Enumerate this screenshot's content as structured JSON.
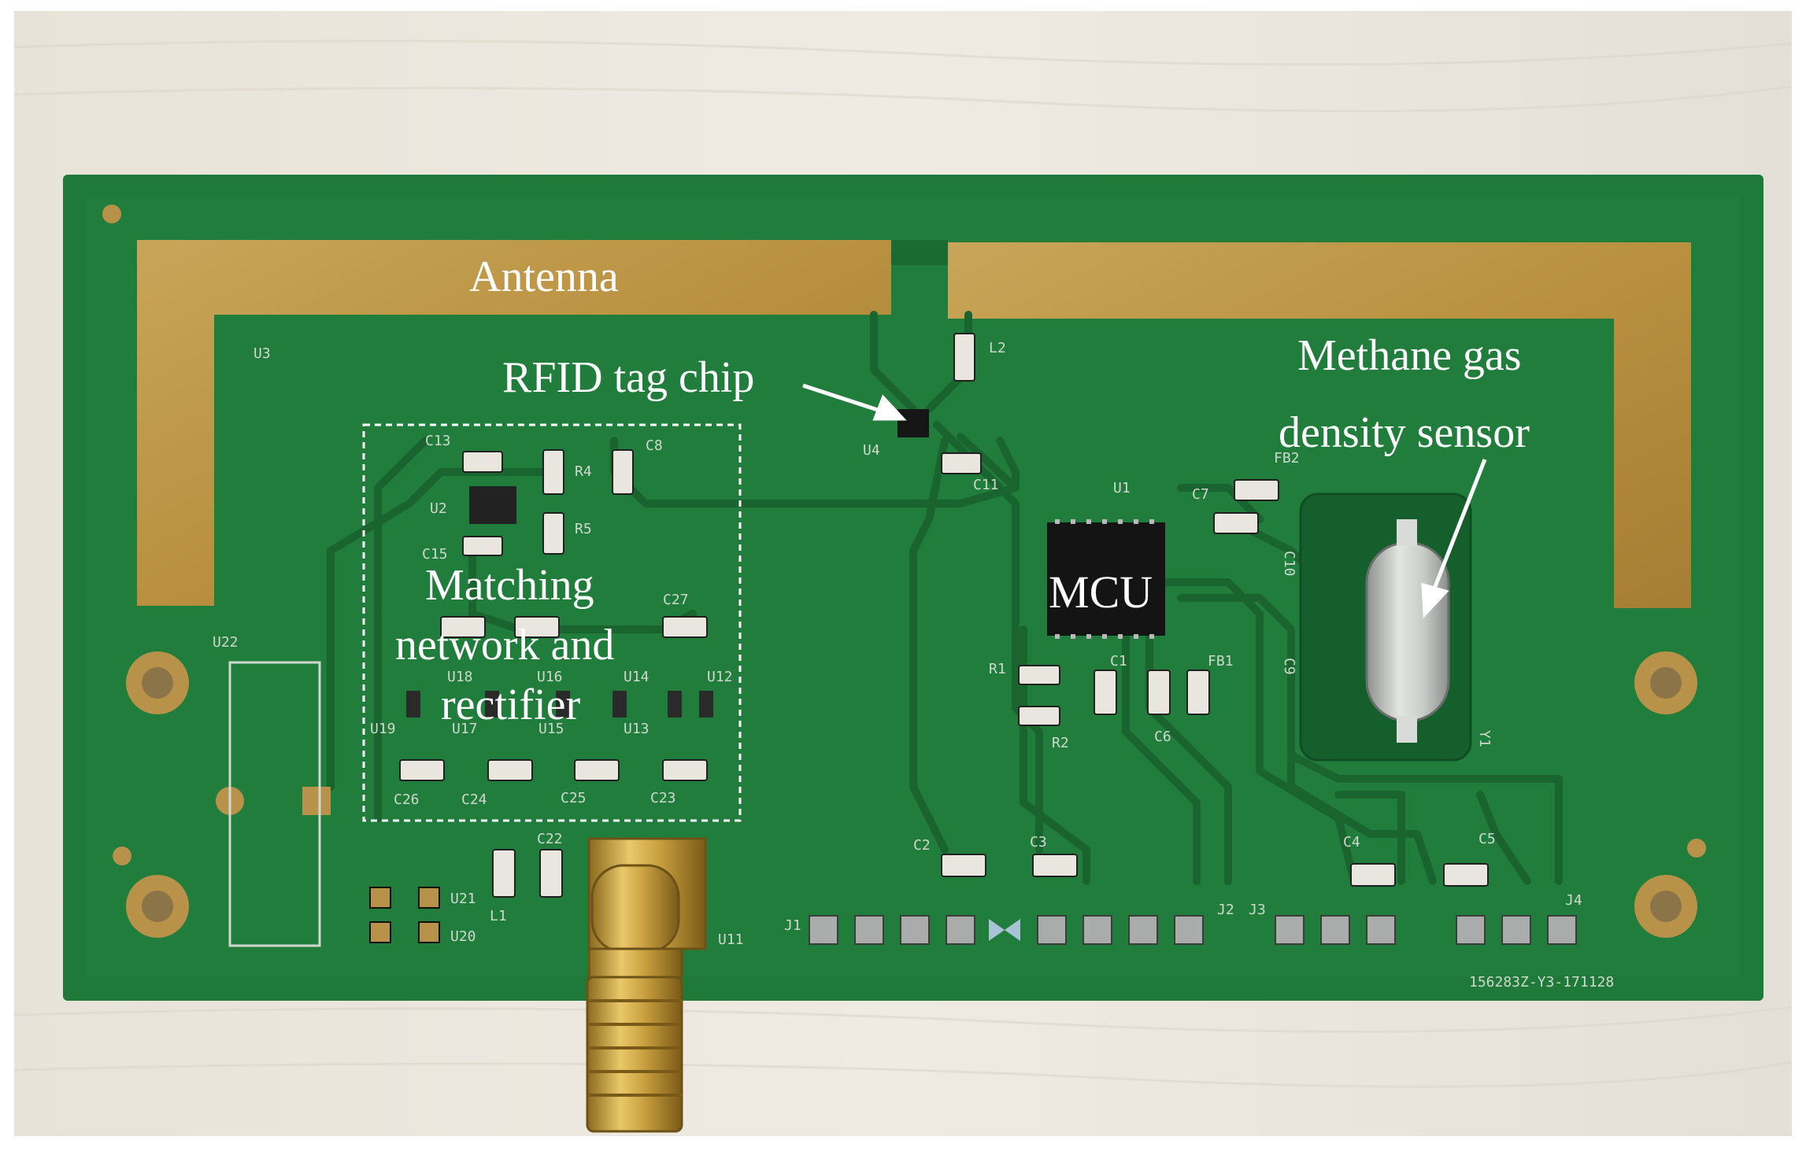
{
  "annotations": {
    "antenna": "Antenna",
    "rfid": "RFID tag chip",
    "methane_line1": "Methane gas",
    "methane_line2": "density sensor",
    "matching_line1": "Matching",
    "matching_line2": "network and",
    "matching_line3": "rectifier",
    "mcu": "MCU"
  },
  "silkscreen": {
    "u3": "U3",
    "l2": "L2",
    "u4": "U4",
    "c11": "C11",
    "c13": "C13",
    "c8": "C8",
    "r4": "R4",
    "u2": "U2",
    "r5": "R5",
    "c15": "C15",
    "c27": "C27",
    "u18": "U18",
    "u16": "U16",
    "u14": "U14",
    "u12": "U12",
    "u19": "U19",
    "u17": "U17",
    "u15": "U15",
    "u13": "U13",
    "c26": "C26",
    "c24": "C24",
    "c25": "C25",
    "c23": "C23",
    "u22": "U22",
    "c22": "C22",
    "l1": "L1",
    "u21": "U21",
    "u20": "U20",
    "u11": "U11",
    "u1": "U1",
    "c7": "C7",
    "fb2": "FB2",
    "c10": "C10",
    "c9": "C9",
    "y1": "Y1",
    "r1": "R1",
    "c1": "C1",
    "fb1": "FB1",
    "r2": "R2",
    "c6": "C6",
    "c2": "C2",
    "c3": "C3",
    "c4": "C4",
    "c5": "C5",
    "j1": "J1",
    "j2": "J2",
    "j3": "J3",
    "j4": "J4",
    "serial": "156283Z-Y3-171128"
  },
  "colors": {
    "pcb": "#1f7a3a",
    "copper": "#b89249",
    "annotation": "#ffffff",
    "background": "#e9e6df"
  }
}
